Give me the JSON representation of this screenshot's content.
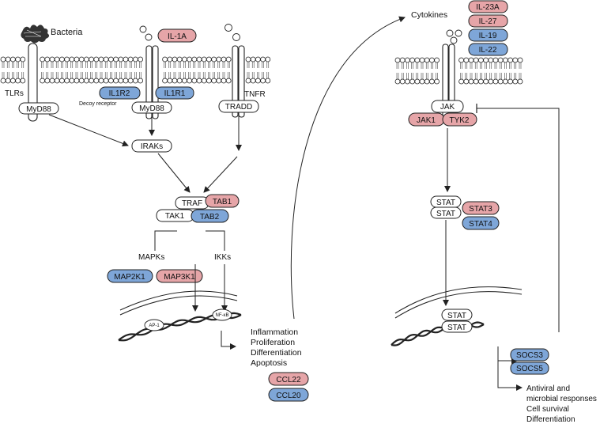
{
  "colors": {
    "red_box": "#e6a5a8",
    "blue_box": "#7ea6d8",
    "white_box": "#ffffff",
    "stroke": "#222222"
  },
  "left": {
    "bacteria": "Bacteria",
    "tlrs": "TLRs",
    "myd88_a": "MyD88",
    "decoy": "Decoy receptor",
    "il1a": "IL-1A",
    "il1r2": "IL1R2",
    "il1r1": "IL1R1",
    "myd88_b": "MyD88",
    "tnfr": "TNFR",
    "tradd": "TRADD",
    "irakss": "IRAKs",
    "traf": "TRAF",
    "tab1": "TAB1",
    "tak1": "TAK1",
    "tab2": "TAB2",
    "mapks": "MAPKs",
    "ikks": "IKKs",
    "map2k1": "MAP2K1",
    "map3k1": "MAP3K1",
    "ap1": "AP-1",
    "nfkb": "NF-κB",
    "outcomes": [
      "Inflammation",
      "Proliferation",
      "Differentiation",
      "Apoptosis"
    ],
    "ccl22": "CCL22",
    "ccl20": "CCL20"
  },
  "right": {
    "cytokines": "Cytokines",
    "il23a": "IL-23A",
    "il27": "IL-27",
    "il19": "IL-19",
    "il22": "IL-22",
    "jak": "JAK",
    "jak1": "JAK1",
    "tyk2": "TYK2",
    "stat_top_a": "STAT",
    "stat_top_b": "STAT",
    "stat3": "STAT3",
    "stat4": "STAT4",
    "stat_nuc_a": "STAT",
    "stat_nuc_b": "STAT",
    "socs3": "SOCS3",
    "socs5": "SOCS5",
    "outcomes": [
      "Antiviral and",
      "microbial responses",
      "Cell survival",
      "Differentiation"
    ]
  }
}
